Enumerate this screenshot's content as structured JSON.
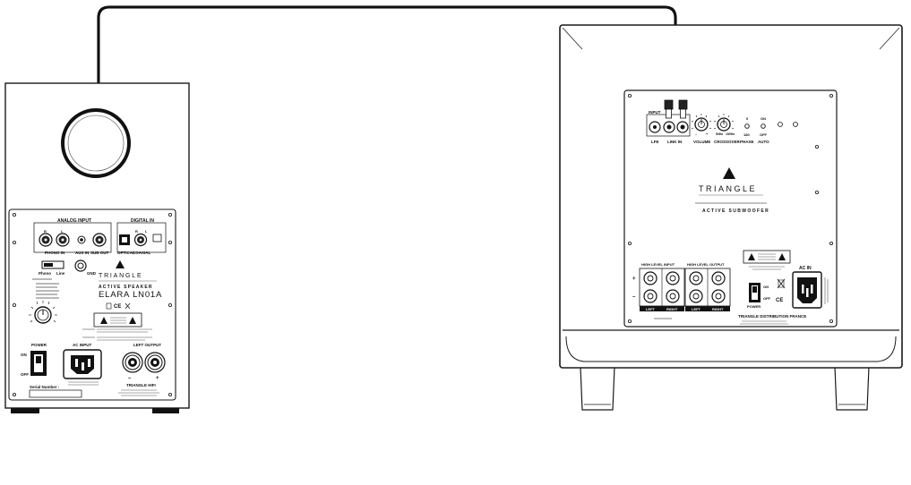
{
  "speaker": {
    "analog_input": "ANALOG INPUT",
    "digital_in": "DIGITAL IN",
    "ch_r": "R",
    "ch_l": "L",
    "phono_in": "PHONO IN",
    "aux_in": "AUX IN",
    "sub_out": "SUB OUT",
    "optical": "OPTICAL",
    "coaxial": "COAXIAL",
    "phono": "Phono",
    "line": "Line",
    "gnd": "GND",
    "brand": "TRIANGLE",
    "subline": "ACTIVE SPEAKER",
    "model": "ELARA LN01A",
    "power": "POWER",
    "on": "ON",
    "off": "OFF",
    "ac_input": "AC INPUT",
    "left_output": "LEFT OUTPUT",
    "serial": "Serial Number :",
    "ce": "CE",
    "company": "TRIANGLE HIFI"
  },
  "subwoofer": {
    "input": "INPUT",
    "lfe": "LFE",
    "link_in": "LINK IN",
    "volume": "VOLUME",
    "crossover": "CROSSOVER",
    "xo_low": "50Hz",
    "xo_high": "150Hz",
    "phase": "PHASE",
    "phase_0": "0",
    "phase_180": "180",
    "auto": "AUTO",
    "auto_on": "ON",
    "auto_off": "OFF",
    "brand": "TRIANGLE",
    "subline": "ACTIVE SUBWOOFER",
    "high_level_input": "HIGH LEVEL INPUT",
    "high_level_output": "HIGH LEVEL OUTPUT",
    "left": "LEFT",
    "right": "RIGHT",
    "plus": "+",
    "minus": "–",
    "power": "POWER",
    "on": "ON",
    "off": "OFF",
    "ac_in": "AC IN",
    "ce": "CE",
    "company": "TRIANGLE DISTRIBUTION FRANCE"
  },
  "colors": {
    "outline": "#1a1a1a",
    "cable": "#111111",
    "cabinet_fill": "#ffffff",
    "panel_fill": "#ffffff"
  }
}
